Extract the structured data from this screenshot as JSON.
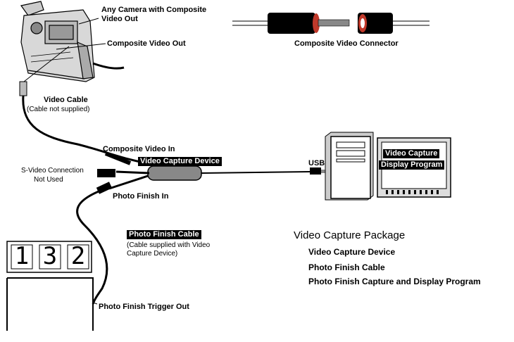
{
  "labels": {
    "camera": "Any Camera with Composite Video Out",
    "composite_video_out": "Composite Video Out",
    "composite_video_connector": "Composite Video Connector",
    "video_cable": "Video Cable",
    "video_cable_note": "(Cable not supplied)",
    "composite_video_in": "Composite Video In",
    "video_capture_device": "Video Capture Device",
    "s_video_connection": "S-Video Connection",
    "not_used": "Not Used",
    "usb": "USB",
    "photo_finish_in": "Photo Finish In",
    "photo_finish_cable": "Photo Finish Cable",
    "photo_finish_cable_note_1": "(Cable supplied with Video",
    "photo_finish_cable_note_2": "Capture Device)",
    "photo_finish_trigger_out": "Photo Finish Trigger Out",
    "monitor_label_1": "Video Capture",
    "monitor_label_2": "Display Program"
  },
  "display": {
    "digits": [
      "1",
      "3",
      "2"
    ]
  },
  "package": {
    "title": "Video Capture Package",
    "items": [
      "Video Capture Device",
      "Photo Finish Cable",
      "Photo Finish Capture and Display Program"
    ]
  }
}
